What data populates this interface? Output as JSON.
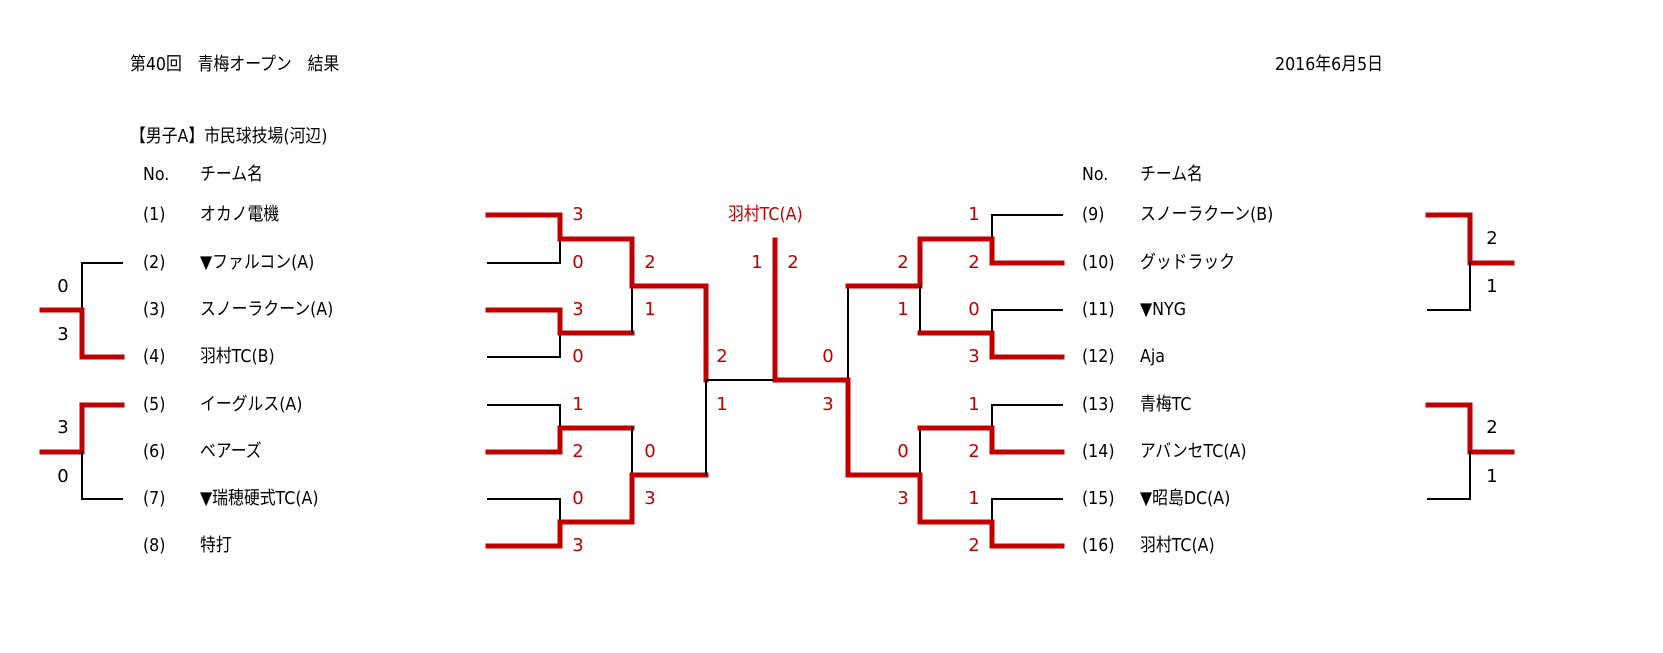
{
  "header": {
    "title": "第40回　青梅オープン　結果",
    "date": "2016年6月5日",
    "subtitle": "【男子A】市民球技場(河辺)"
  },
  "columns": {
    "no": "No.",
    "team": "チーム名"
  },
  "teams": [
    {
      "no": "(1)",
      "name": "オカノ電機"
    },
    {
      "no": "(2)",
      "name": "▼ファルコン(A)"
    },
    {
      "no": "(3)",
      "name": "スノーラクーン(A)"
    },
    {
      "no": "(4)",
      "name": "羽村TC(B)"
    },
    {
      "no": "(5)",
      "name": "イーグルス(A)"
    },
    {
      "no": "(6)",
      "name": "ベアーズ"
    },
    {
      "no": "(7)",
      "name": "▼瑞穂硬式TC(A)"
    },
    {
      "no": "(8)",
      "name": "特打"
    },
    {
      "no": "(9)",
      "name": "スノーラクーン(B)"
    },
    {
      "no": "(10)",
      "name": "グッドラック"
    },
    {
      "no": "(11)",
      "name": "▼NYG"
    },
    {
      "no": "(12)",
      "name": "Aja"
    },
    {
      "no": "(13)",
      "name": "青梅TC"
    },
    {
      "no": "(14)",
      "name": "アバンセTC(A)"
    },
    {
      "no": "(15)",
      "name": "▼昭島DC(A)"
    },
    {
      "no": "(16)",
      "name": "羽村TC(A)"
    }
  ],
  "champion": "羽村TC(A)",
  "scores": {
    "left_r1": [
      "3",
      "0",
      "3",
      "0",
      "1",
      "2",
      "0",
      "3"
    ],
    "left_r2": [
      "2",
      "1",
      "0",
      "3"
    ],
    "left_sf": [
      "2",
      "1"
    ],
    "final": [
      "1",
      "2"
    ],
    "right_sf": [
      "0",
      "3"
    ],
    "right_r2": [
      "2",
      "1",
      "0",
      "3"
    ],
    "right_r1": [
      "1",
      "2",
      "0",
      "3",
      "1",
      "2",
      "1",
      "2"
    ],
    "consolation_left": [
      "0",
      "3",
      "3",
      "0"
    ],
    "consolation_right": [
      "2",
      "1",
      "2",
      "1"
    ]
  },
  "colors": {
    "winner_line": "#c00000",
    "loser_line": "#000000"
  }
}
